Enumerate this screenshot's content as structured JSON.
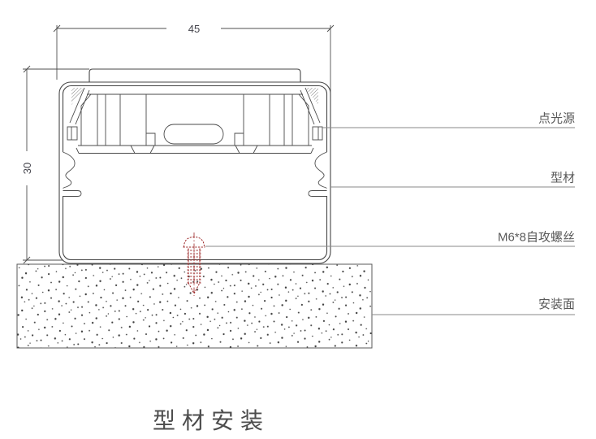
{
  "diagram": {
    "dim_width": "45",
    "dim_height": "30",
    "callouts": {
      "point_light": "点光源",
      "profile": "型材",
      "screw": "M6*8自攻螺丝",
      "mount_surface": "安装面"
    },
    "caption": "型材安装"
  },
  "colors": {
    "background": "#ffffff",
    "drawing_line": "#454545",
    "dimension_line": "#4f4f4f",
    "leader_line": "#8a8a8a",
    "label_text": "#595959",
    "screw_red": "#9c2727",
    "caption_text": "#4d4d4d"
  }
}
